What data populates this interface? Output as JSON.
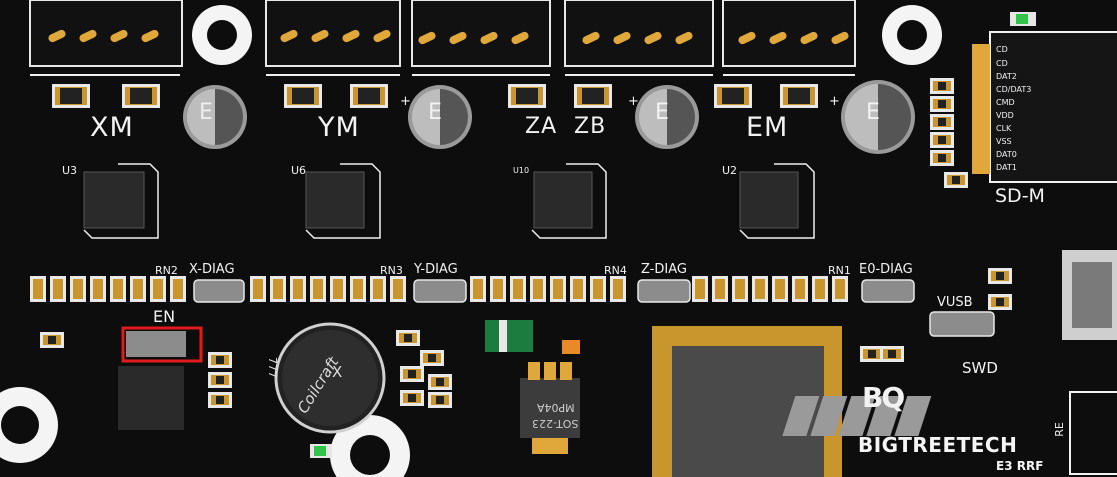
{
  "board": {
    "drivers": [
      {
        "connector": "XM",
        "chip": "U3"
      },
      {
        "connector": "YM",
        "chip": "U6"
      },
      {
        "connector": "ZA",
        "chip": "U10"
      },
      {
        "connector": "ZB",
        "chip": ""
      },
      {
        "connector": "EM",
        "chip": "U2"
      }
    ],
    "capacitor_mark": "E",
    "polarity_mark": "+",
    "diag_jumpers": [
      {
        "resistor": "RN2",
        "label": "X-DIAG"
      },
      {
        "resistor": "RN3",
        "label": "Y-DIAG"
      },
      {
        "resistor": "RN4",
        "label": "Z-DIAG"
      },
      {
        "resistor": "RN1",
        "label": "E0-DIAG"
      }
    ],
    "en_label": "EN",
    "vusb_label": "VUSB",
    "swd_label": "SWD",
    "sd_label": "SD-M",
    "sd_pins": [
      "CD",
      "CD",
      "DAT2",
      "CD/DAT3",
      "CMD",
      "VDD",
      "CLK",
      "VSS",
      "DAT0",
      "DAT1"
    ],
    "inductor": {
      "brand": "Coilcraft",
      "code": "777",
      "mark": "X"
    },
    "regulator": {
      "package": "SOT-223",
      "part": "MP04A"
    },
    "brand": "BIGTREETECH",
    "brand_logo": "BQ",
    "model": "E3 RRF",
    "reset_label": "RE",
    "highlight_color": "#e01b1b"
  }
}
